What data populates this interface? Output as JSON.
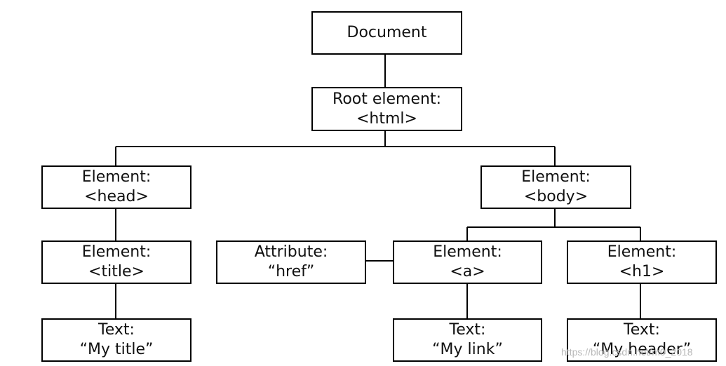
{
  "nodes": {
    "document": {
      "line1": "Document"
    },
    "root": {
      "line1": "Root element:",
      "line2": "<html>"
    },
    "head": {
      "line1": "Element:",
      "line2": "<head>"
    },
    "body": {
      "line1": "Element:",
      "line2": "<body>"
    },
    "title": {
      "line1": "Element:",
      "line2": "<title>"
    },
    "attribute": {
      "line1": "Attribute:",
      "line2": "“href”"
    },
    "a": {
      "line1": "Element:",
      "line2": "<a>"
    },
    "h1": {
      "line1": "Element:",
      "line2": "<h1>"
    },
    "text_title": {
      "line1": "Text:",
      "line2": "“My title”"
    },
    "text_link": {
      "line1": "Text:",
      "line2": "“My link”"
    },
    "text_header": {
      "line1": "Text:",
      "line2": "“My header”"
    }
  },
  "watermark": "https://blog.csdn.net/m0_2018"
}
